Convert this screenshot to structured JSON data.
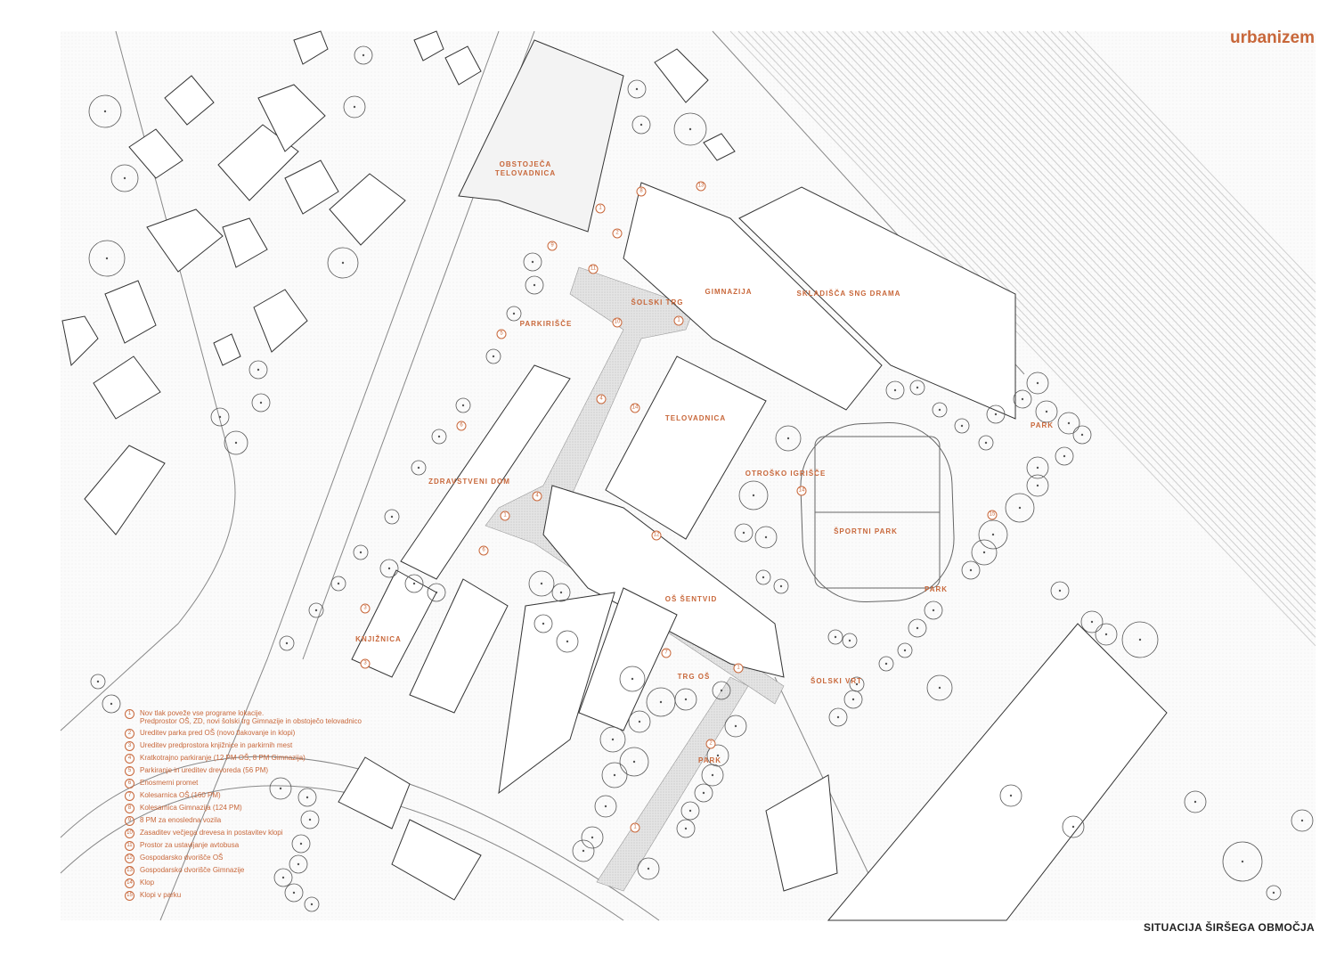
{
  "brand": "urbanizem",
  "caption": "SITUACIJA ŠIRŠEGA OBMOČJA",
  "labels": {
    "obstojeca_telovadnica": "OBSTOJEČA TELOVADNICA",
    "solski_trg": "ŠOLSKI TRG",
    "gimnazija": "GIMNAZIJA",
    "skladisca": "SKLADIŠČA SNG DRAMA",
    "parkirisce": "PARKIRIŠČE",
    "telovadnica": "TELOVADNICA",
    "otrosko_igrisce": "OTROŠKO IGRIŠČE",
    "zdravstveni_dom": "ZDRAVSTVENI DOM",
    "sportni_park": "ŠPORTNI PARK",
    "park": "PARK",
    "os_sentvid": "OŠ ŠENTVID",
    "knjiznica": "KNJIŽNICA",
    "trg_os": "TRG OŠ",
    "solski_vrt": "ŠOLSKI VRT"
  },
  "legend": [
    {
      "n": "1",
      "text": "Nov tlak poveže vse programe lokacije.",
      "text2": "Predprostor OŠ, ZD, novi šolski trg Gimnazije in obstoječo telovadnico"
    },
    {
      "n": "2",
      "text": "Ureditev parka pred OŠ (novo tlakovanje in klopi)"
    },
    {
      "n": "3",
      "text": "Ureditev predprostora knjižnice in parkirnih mest"
    },
    {
      "n": "4",
      "text": "Kratkotrajno parkiranje (12 PM OŠ, 8 PM Gimnazija)"
    },
    {
      "n": "5",
      "text": "Parkiranje in ureditev drevoreda (56 PM)"
    },
    {
      "n": "6",
      "text": "Enosmerni promet"
    },
    {
      "n": "7",
      "text": "Kolesarnica OŠ (160 PM)"
    },
    {
      "n": "8",
      "text": "Kolesarnica Gimnazija (124 PM)"
    },
    {
      "n": "9",
      "text": "8 PM za enosledna vozila"
    },
    {
      "n": "10",
      "text": "Zasaditev večjega drevesa in postavitev klopi"
    },
    {
      "n": "11",
      "text": "Prostor za ustavljanje avtobusa"
    },
    {
      "n": "12",
      "text": "Gospodarsko dvorišče OŠ"
    },
    {
      "n": "13",
      "text": "Gospodarsko dvorišče Gimnazije"
    },
    {
      "n": "14",
      "text": "Klop"
    },
    {
      "n": "15",
      "text": "Klopi v parku"
    }
  ],
  "colors": {
    "accent": "#c8673a",
    "line": "#555555",
    "paving": "#d8d8d8"
  }
}
